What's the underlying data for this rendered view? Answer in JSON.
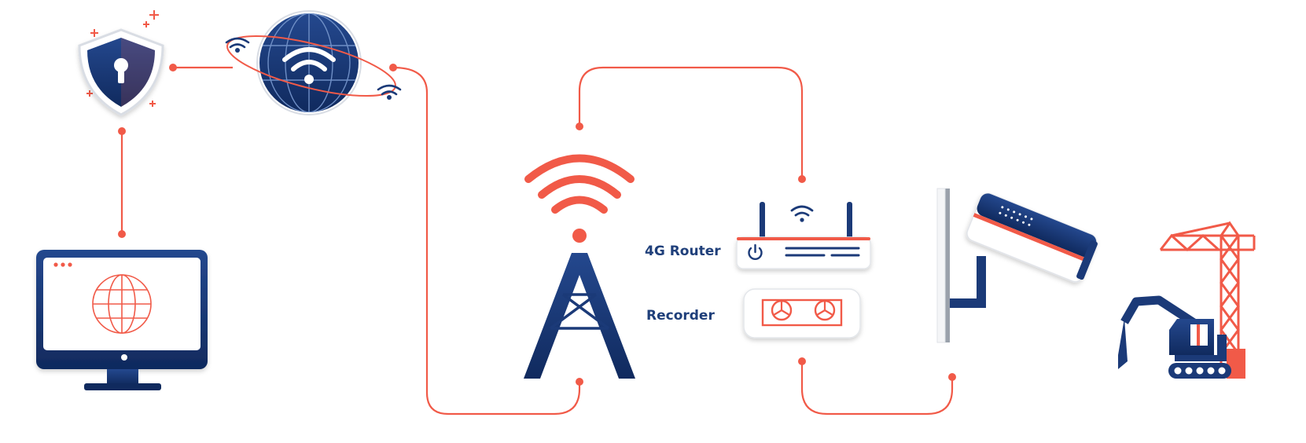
{
  "colors": {
    "accent": "#f15a48",
    "navy": "#1b3a78",
    "navy_dark": "#102a5e",
    "grey": "#b9bec7",
    "white": "#ffffff"
  },
  "labels": {
    "router": "4G Router",
    "recorder": "Recorder"
  },
  "nodes": [
    {
      "id": "security-shield",
      "icon": "shield-keyhole-icon"
    },
    {
      "id": "internet-globe",
      "icon": "globe-wifi-icon"
    },
    {
      "id": "monitor",
      "icon": "monitor-globe-icon"
    },
    {
      "id": "cell-tower",
      "icon": "cell-tower-icon"
    },
    {
      "id": "router",
      "icon": "router-icon"
    },
    {
      "id": "recorder",
      "icon": "recorder-icon"
    },
    {
      "id": "cctv-camera",
      "icon": "cctv-camera-icon"
    },
    {
      "id": "construction-site",
      "icon": "crane-excavator-icon"
    }
  ],
  "edges": [
    {
      "from": "security-shield",
      "to": "internet-globe"
    },
    {
      "from": "security-shield",
      "to": "monitor"
    },
    {
      "from": "internet-globe",
      "to": "cell-tower"
    },
    {
      "from": "cell-tower",
      "to": "router"
    },
    {
      "from": "recorder",
      "to": "cctv-camera"
    }
  ]
}
